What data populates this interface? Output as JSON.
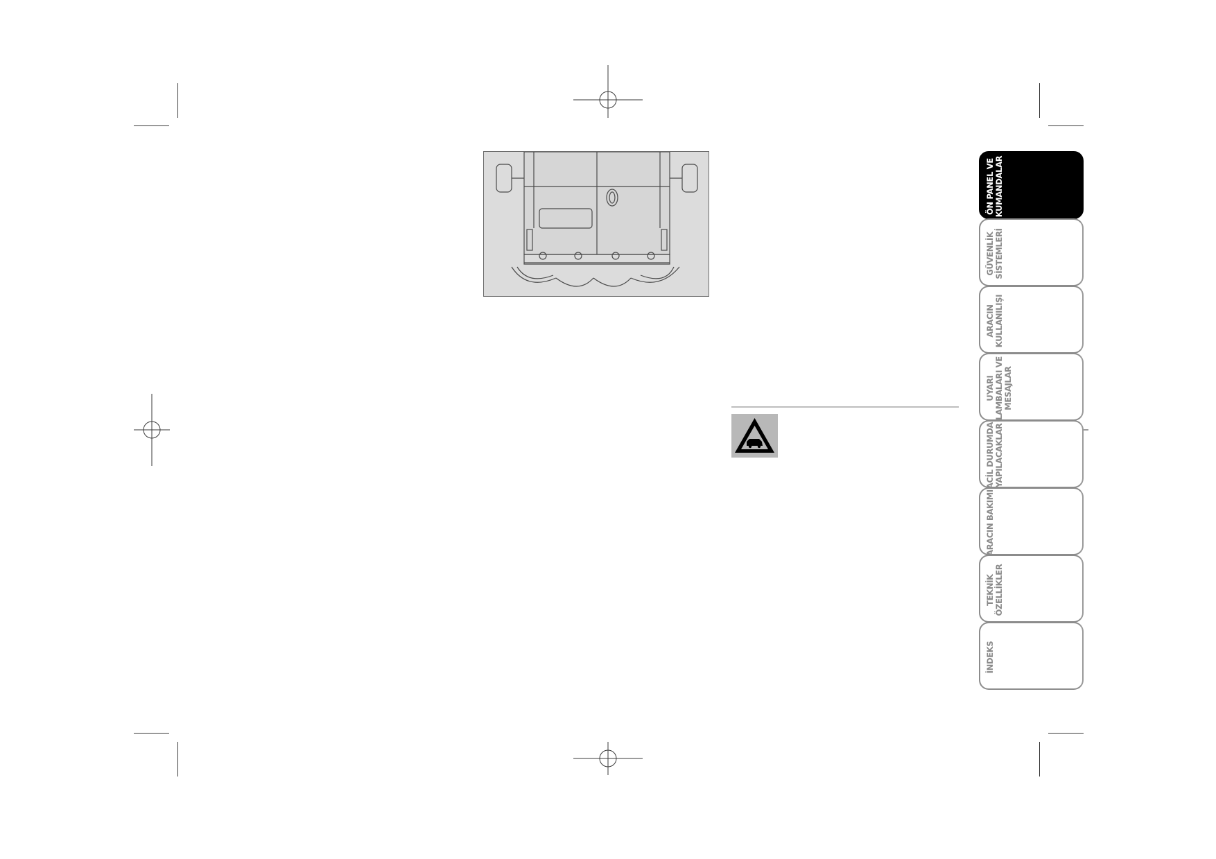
{
  "tabs": [
    {
      "lines": [
        "ÖN PANEL VE",
        "KUMANDALAR"
      ],
      "active": true
    },
    {
      "lines": [
        "GÜVENLİK",
        "SİSTEMLERİ"
      ],
      "active": false
    },
    {
      "lines": [
        "ARACIN",
        "KULLANILIŞI"
      ],
      "active": false
    },
    {
      "lines": [
        "UYARI",
        "LAMBALARI VE",
        "MESAJLAR"
      ],
      "active": false
    },
    {
      "lines": [
        "ACİL DURUMDA",
        "YAPILACAKLAR"
      ],
      "active": false
    },
    {
      "lines": [
        "ARACIN BAKIMI"
      ],
      "active": false
    },
    {
      "lines": [
        "TEKNİK",
        "ÖZELLİKLER"
      ],
      "active": false
    },
    {
      "lines": [
        "İNDEKS"
      ],
      "active": false
    }
  ],
  "figure": {
    "icon": "van-rear-parking-sensors-illustration"
  },
  "warning": {
    "icon": "warning-triangle-vehicle-icon",
    "color": "#b8b8b8"
  },
  "colors": {
    "active_tab": "#000000",
    "inactive_tab_text": "#8a8a8a",
    "crop_marks": "#3a3a3a"
  }
}
